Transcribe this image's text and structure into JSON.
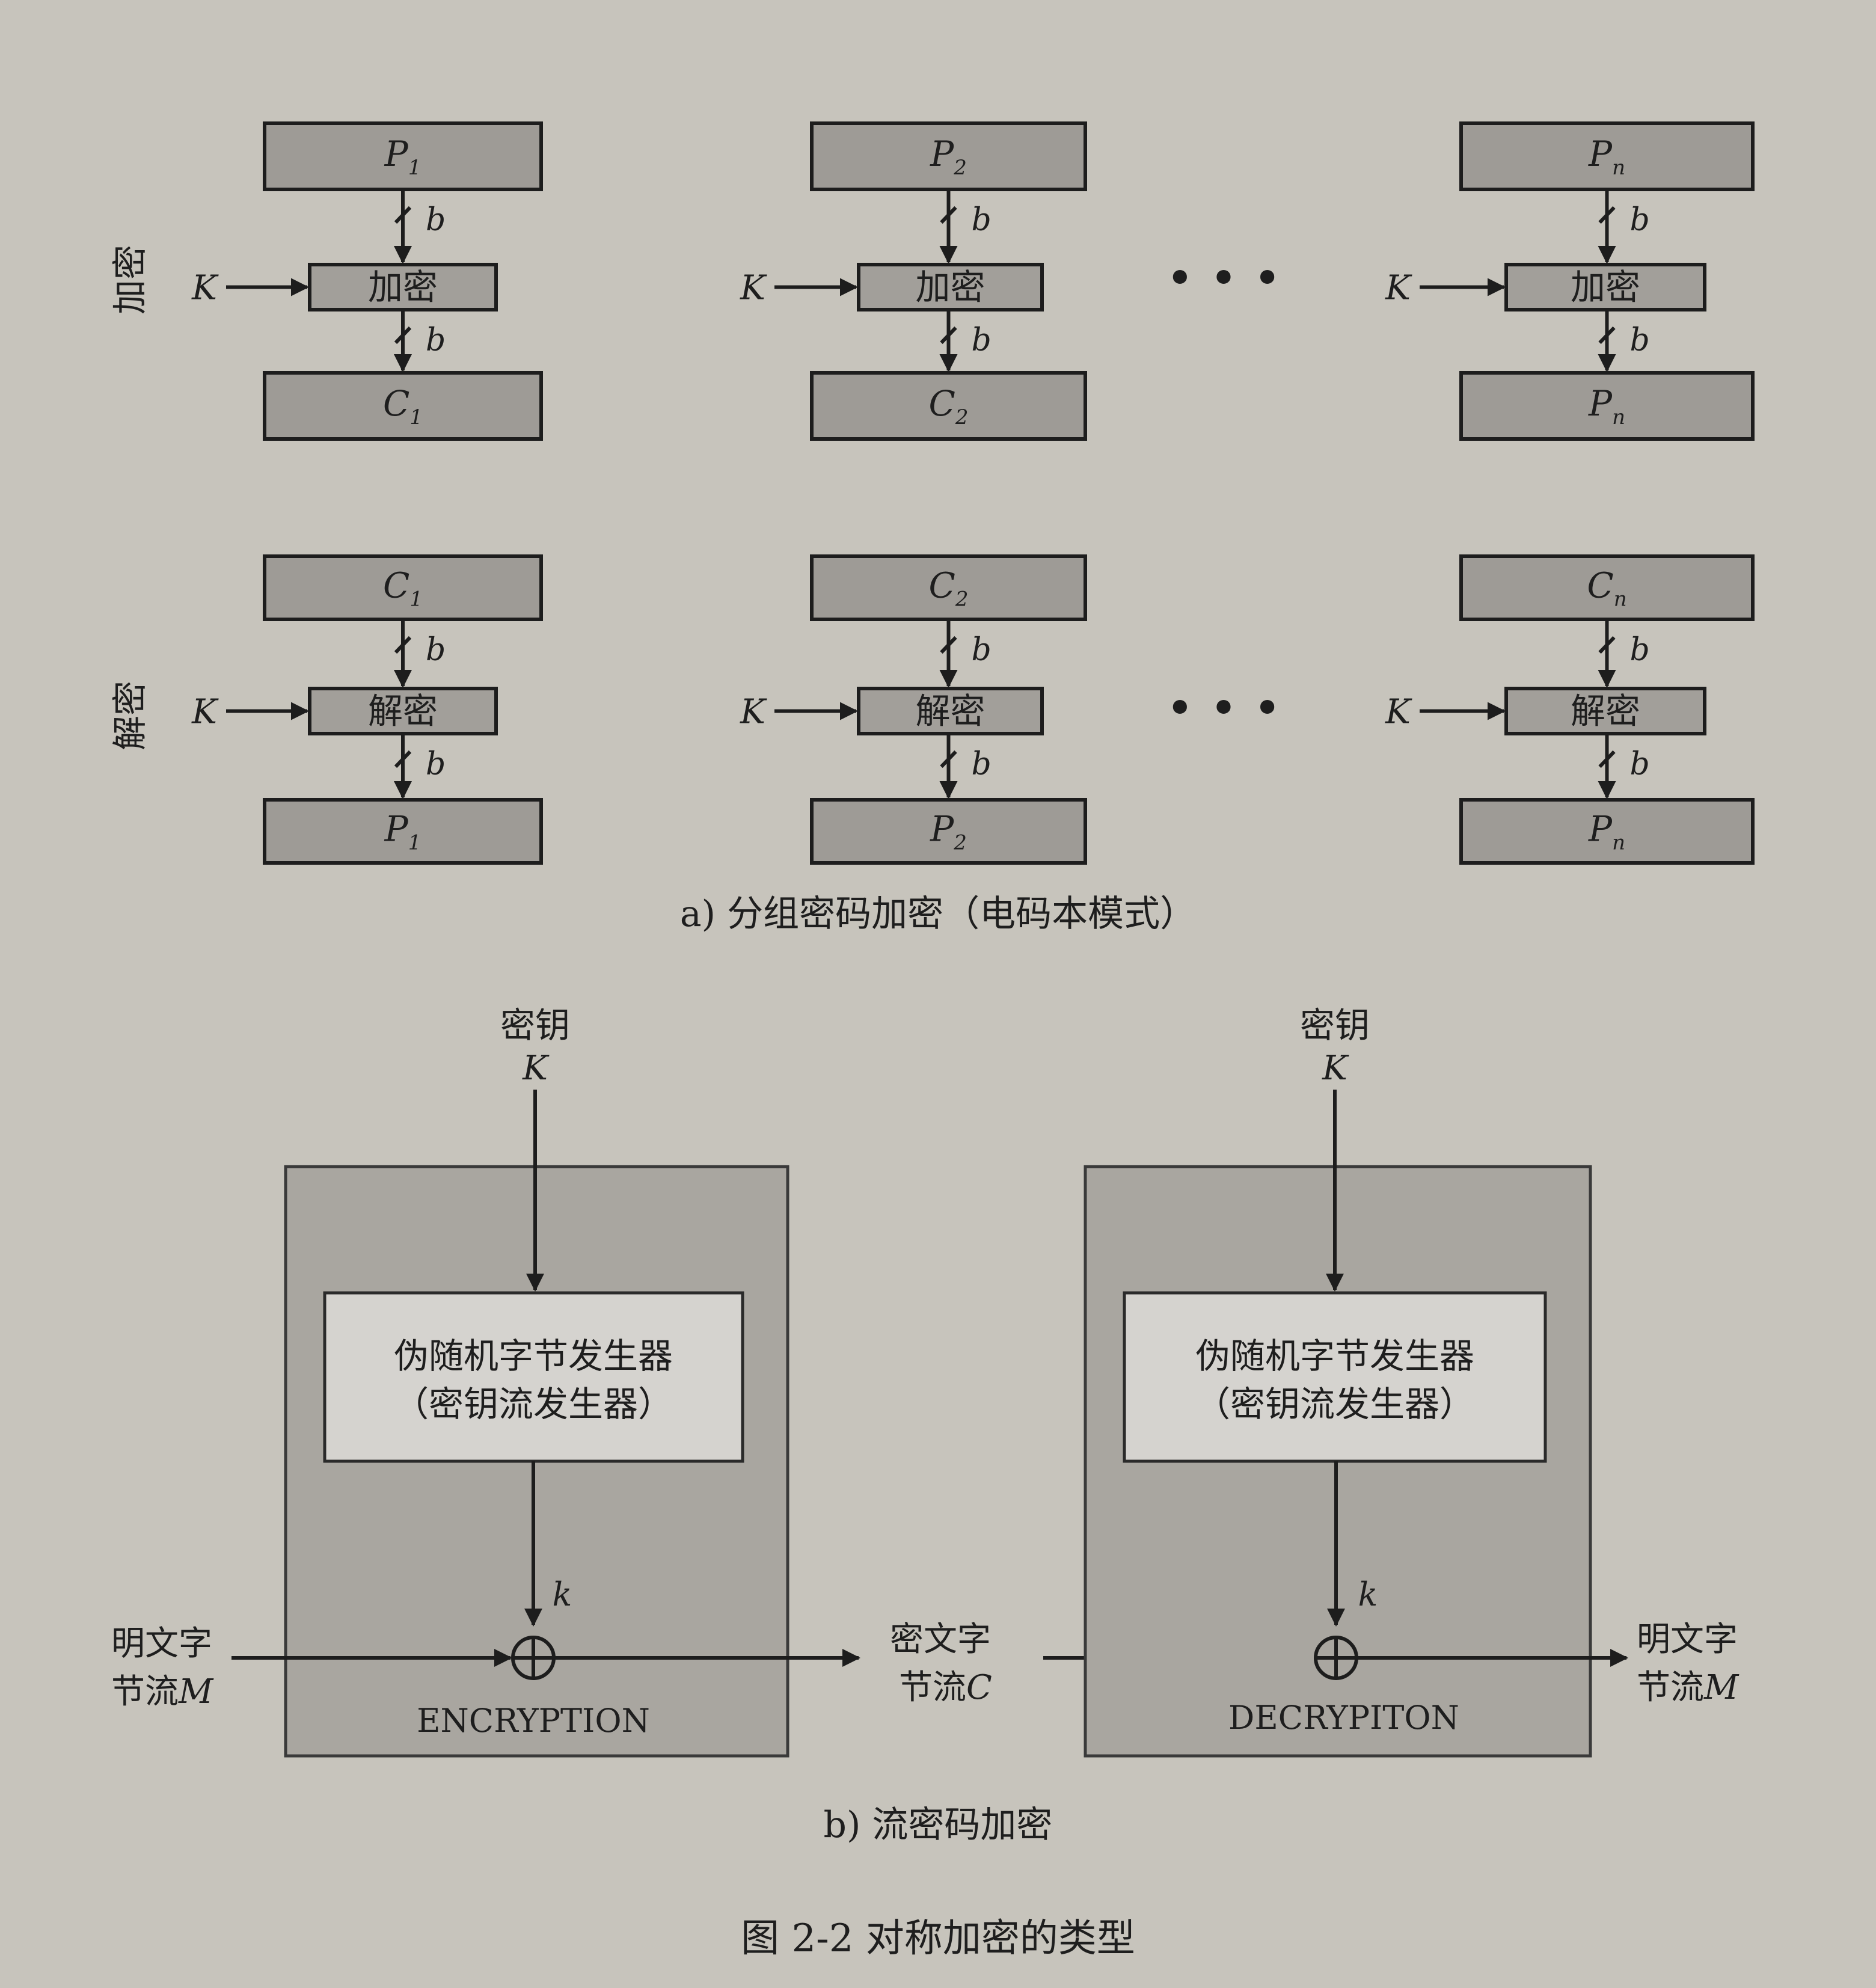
{
  "block_cipher": {
    "row_labels": {
      "encrypt": "加密",
      "decrypt": "解密"
    },
    "key_symbol": "K",
    "bits_symbol": "b",
    "ellipsis": "• • •",
    "caption": "a) 分组密码加密（电码本模式）",
    "encrypt": [
      {
        "input": {
          "base": "P",
          "sub": "1"
        },
        "op": "加密",
        "output": {
          "base": "C",
          "sub": "1"
        }
      },
      {
        "input": {
          "base": "P",
          "sub": "2"
        },
        "op": "加密",
        "output": {
          "base": "C",
          "sub": "2"
        }
      },
      {
        "input": {
          "base": "P",
          "sub": "n"
        },
        "op": "加密",
        "output": {
          "base": "P",
          "sub": "n"
        }
      }
    ],
    "decrypt": [
      {
        "input": {
          "base": "C",
          "sub": "1"
        },
        "op": "解密",
        "output": {
          "base": "P",
          "sub": "1"
        }
      },
      {
        "input": {
          "base": "C",
          "sub": "2"
        },
        "op": "解密",
        "output": {
          "base": "P",
          "sub": "2"
        }
      },
      {
        "input": {
          "base": "C",
          "sub": "n"
        },
        "op": "解密",
        "output": {
          "base": "P",
          "sub": "n"
        }
      }
    ]
  },
  "stream_cipher": {
    "encryption": {
      "key_label": "密钥",
      "key_symbol": "K",
      "generator_line1": "伪随机字节发生器",
      "generator_line2": "（密钥流发生器）",
      "keystream_symbol": "k",
      "panel_label": "ENCRYPTION",
      "input_line1": "明文字",
      "input_line2": "节流",
      "input_symbol": "M"
    },
    "middle": {
      "line1": "密文字",
      "line2": "节流",
      "symbol": "C"
    },
    "decryption": {
      "key_label": "密钥",
      "key_symbol": "K",
      "generator_line1": "伪随机字节发生器",
      "generator_line2": "（密钥流发生器）",
      "keystream_symbol": "k",
      "panel_label": "DECRYPITON",
      "output_line1": "明文字",
      "output_line2": "节流",
      "output_symbol": "M"
    },
    "caption": "b) 流密码加密"
  },
  "figure_caption": "图 2-2    对称加密的类型"
}
